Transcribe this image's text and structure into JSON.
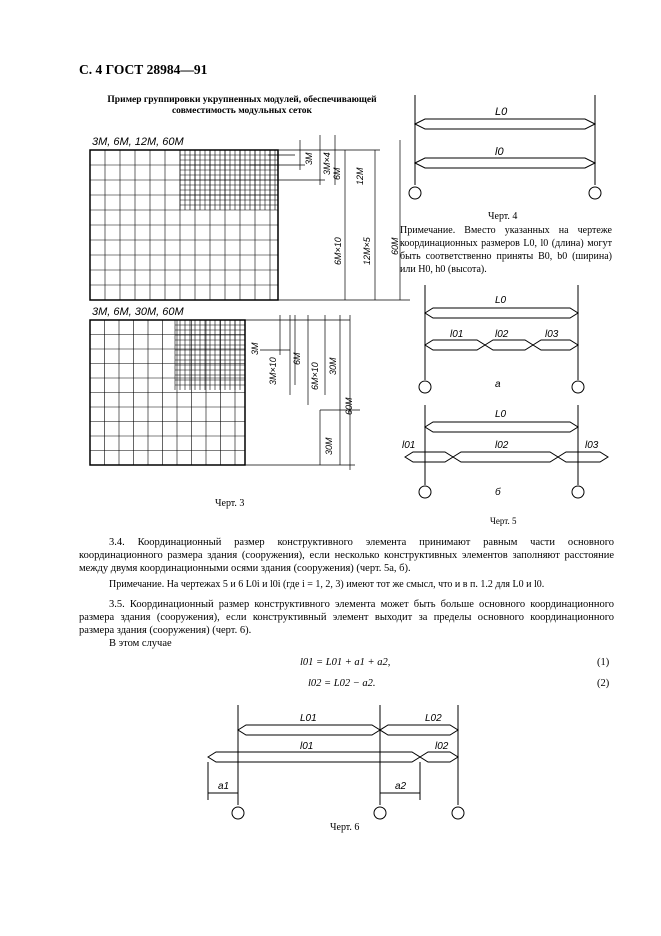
{
  "header": "С. 4 ГОСТ 28984—91",
  "fig3": {
    "caption_title": "Пример группировки укрупненных модулей, обеспечивающей совместимость модульных сеток",
    "top_grid_label": "3М, 6М, 12М, 60М",
    "bottom_grid_label": "3М, 6М, 30М, 60М",
    "top_dims": [
      "3М",
      "3М×4",
      "6М",
      "12М",
      "6М×10",
      "12М×5",
      "60М"
    ],
    "bottom_dims": [
      "3М",
      "3М×10",
      "6М",
      "6М×10",
      "30М",
      "30М",
      "60М"
    ],
    "caption": "Черт. 3"
  },
  "fig4": {
    "labels": [
      "L0",
      "l0"
    ],
    "caption": "Черт. 4",
    "note": "Примечание. Вместо указанных на чертеже координационных размеров L0, l0 (длина) могут быть соответственно приняты B0, b0 (ширина) или H0, h0 (высота)."
  },
  "fig5": {
    "a_labels": [
      "L0",
      "l01",
      "l02",
      "l03"
    ],
    "a_letter": "а",
    "b_labels": [
      "L0",
      "l01",
      "l02",
      "l03"
    ],
    "b_letter": "б",
    "caption": "Черт. 5"
  },
  "body": {
    "p34": "3.4. Координационный размер конструктивного элемента принимают равным части основного координационного размера здания (сооружения), если несколько конструктивных элементов заполняют расстояние между двумя координационными осями здания (сооружения) (черт. 5а, б).",
    "note2": "Примечание. На чертежах 5 и 6 L0i и l0i (где i = 1, 2, 3) имеют тот же смысл, что и в п. 1.2 для L0 и l0.",
    "p35": "3.5. Координационный размер конструктивного элемента может быть больше основного координационного размера здания (сооружения), если конструктивный элемент выходит за пределы основного координационного размера здания (сооружения) (черт. 6).",
    "in_case": "В этом случае",
    "eq1": "l01 = L01 + a1 + a2,",
    "eq1_num": "(1)",
    "eq2": "l02 = L02 − a2.",
    "eq2_num": "(2)"
  },
  "fig6": {
    "labels": [
      "L01",
      "L02",
      "l01",
      "l02",
      "a1",
      "a2"
    ],
    "caption": "Черт. 6"
  }
}
